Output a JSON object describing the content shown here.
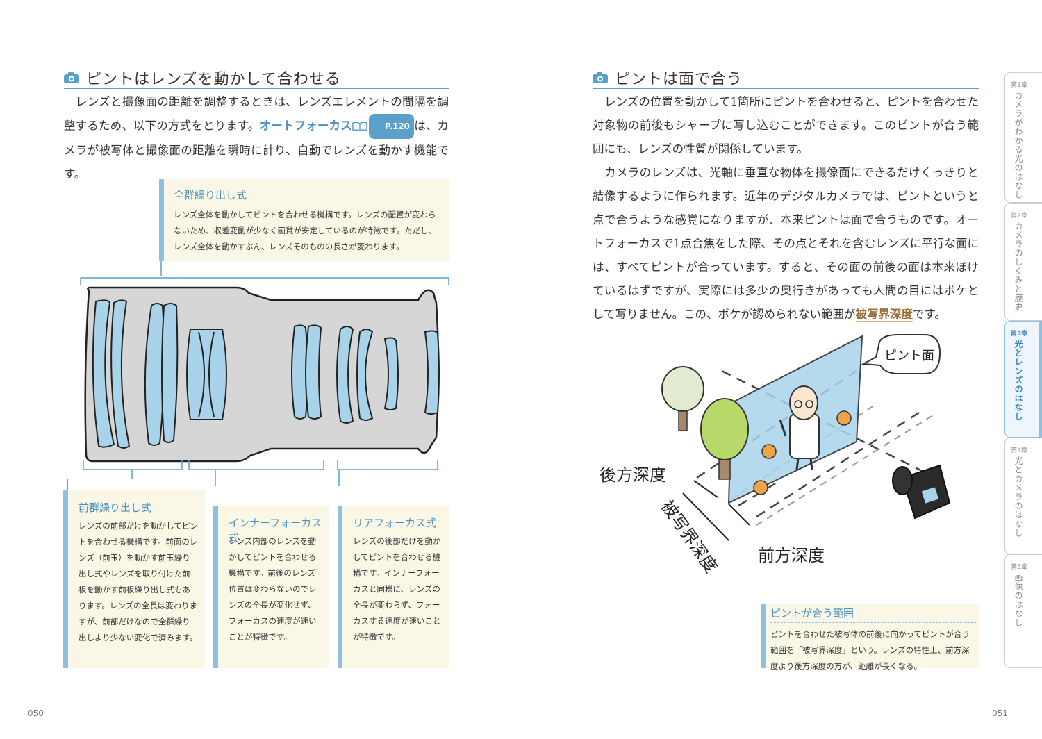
{
  "left": {
    "heading": "ピントはレンズを動かして合わせる",
    "para_pre": "レンズと撮像面の距離を調整するときは、レンズエレメントの間隔を調整するため、以下の方式をとります。",
    "para_kw": "オートフォーカス",
    "para_ref": "P.120",
    "para_post": "は、カメラが被写体と撮像面の距離を瞬時に計り、自動でレンズを動かす機能です。",
    "box_all": {
      "title": "全群繰り出し式",
      "body": "レンズ全体を動かしてピントを合わせる機構です。レンズの配置が変わらないため、収差変動が少なく画質が安定しているのが特徴です。ただし、レンズ全体を動かすぶん、レンズそのものの長さが変わります。"
    },
    "box_front": {
      "title": "前群繰り出し式",
      "body": "レンズの前部だけを動かしてピントを合わせる機構です。前面のレンズ（前玉）を動かす前玉繰り出し式やレンズを取り付けた前板を動かす前板繰り出し式もあります。レンズの全長は変わりますが、前部だけなので全群繰り出しより少ない変化で済みます。"
    },
    "box_inner": {
      "title": "インナーフォーカス式",
      "body": "レンズ内部のレンズを動かしてピントを合わせる機構です。前後のレンズ位置は変わらないのでレンズの全長が変化せず、フォーカスの速度が速いことが特徴です。"
    },
    "box_rear": {
      "title": "リアフォーカス式",
      "body": "レンズの後部だけを動かしてピントを合わせる機構です。インナーフォーカスと同様に、レンズの全長が変わらず、フォーカスする速度が速いことが特徴です。"
    },
    "page": "050"
  },
  "right": {
    "heading": "ピントは面で合う",
    "para1": "レンズの位置を動かして1箇所にピントを合わせると、ピントを合わせた対象物の前後もシャープに写し込むことができます。このピントが合う範囲にも、レンズの性質が関係しています。",
    "para2_pre": "カメラのレンズは、光軸に垂直な物体を撮像面にできるだけくっきりと結像するように作られます。近年のデジタルカメラでは、ピントというと点で合うような感覚になりますが、本来ピントは面で合うものです。オートフォーカスで1点合焦をした際、その点とそれを含むレンズに平行な面には、すべてピントが合っています。すると、その面の前後の面は本来ぼけているはずですが、実際には多少の奥行きがあっても人間の目にはボケとして写りません。この、ボケが認められない範囲が",
    "para2_kw": "被写界深度",
    "para2_post": "です。",
    "illus": {
      "focus_plane": "ピント面",
      "rear_depth": "後方深度",
      "dof": "被写界深度",
      "front_depth": "前方深度"
    },
    "box_focus": {
      "title": "ピントが合う範囲",
      "body": "ピントを合わせた被写体の前後に向かってピントが合う範囲を「被写界深度」という。レンズの特性上、前方深度より後方深度の方が、距離が長くなる。"
    },
    "page": "051"
  },
  "chapters": [
    {
      "num": "第1章",
      "title": "カメラがわかる光のはなし"
    },
    {
      "num": "第2章",
      "title": "カメラのしくみと歴史"
    },
    {
      "num": "第3章",
      "title": "光とレンズのはなし"
    },
    {
      "num": "第4章",
      "title": "光とカメラのはなし"
    },
    {
      "num": "第5章",
      "title": "画像のはなし"
    }
  ],
  "colors": {
    "accent": "#5aa0c8",
    "note_bg": "#fbf7e6",
    "lens_glass": "#a9d3ea",
    "barrel": "#d6d6d6"
  }
}
